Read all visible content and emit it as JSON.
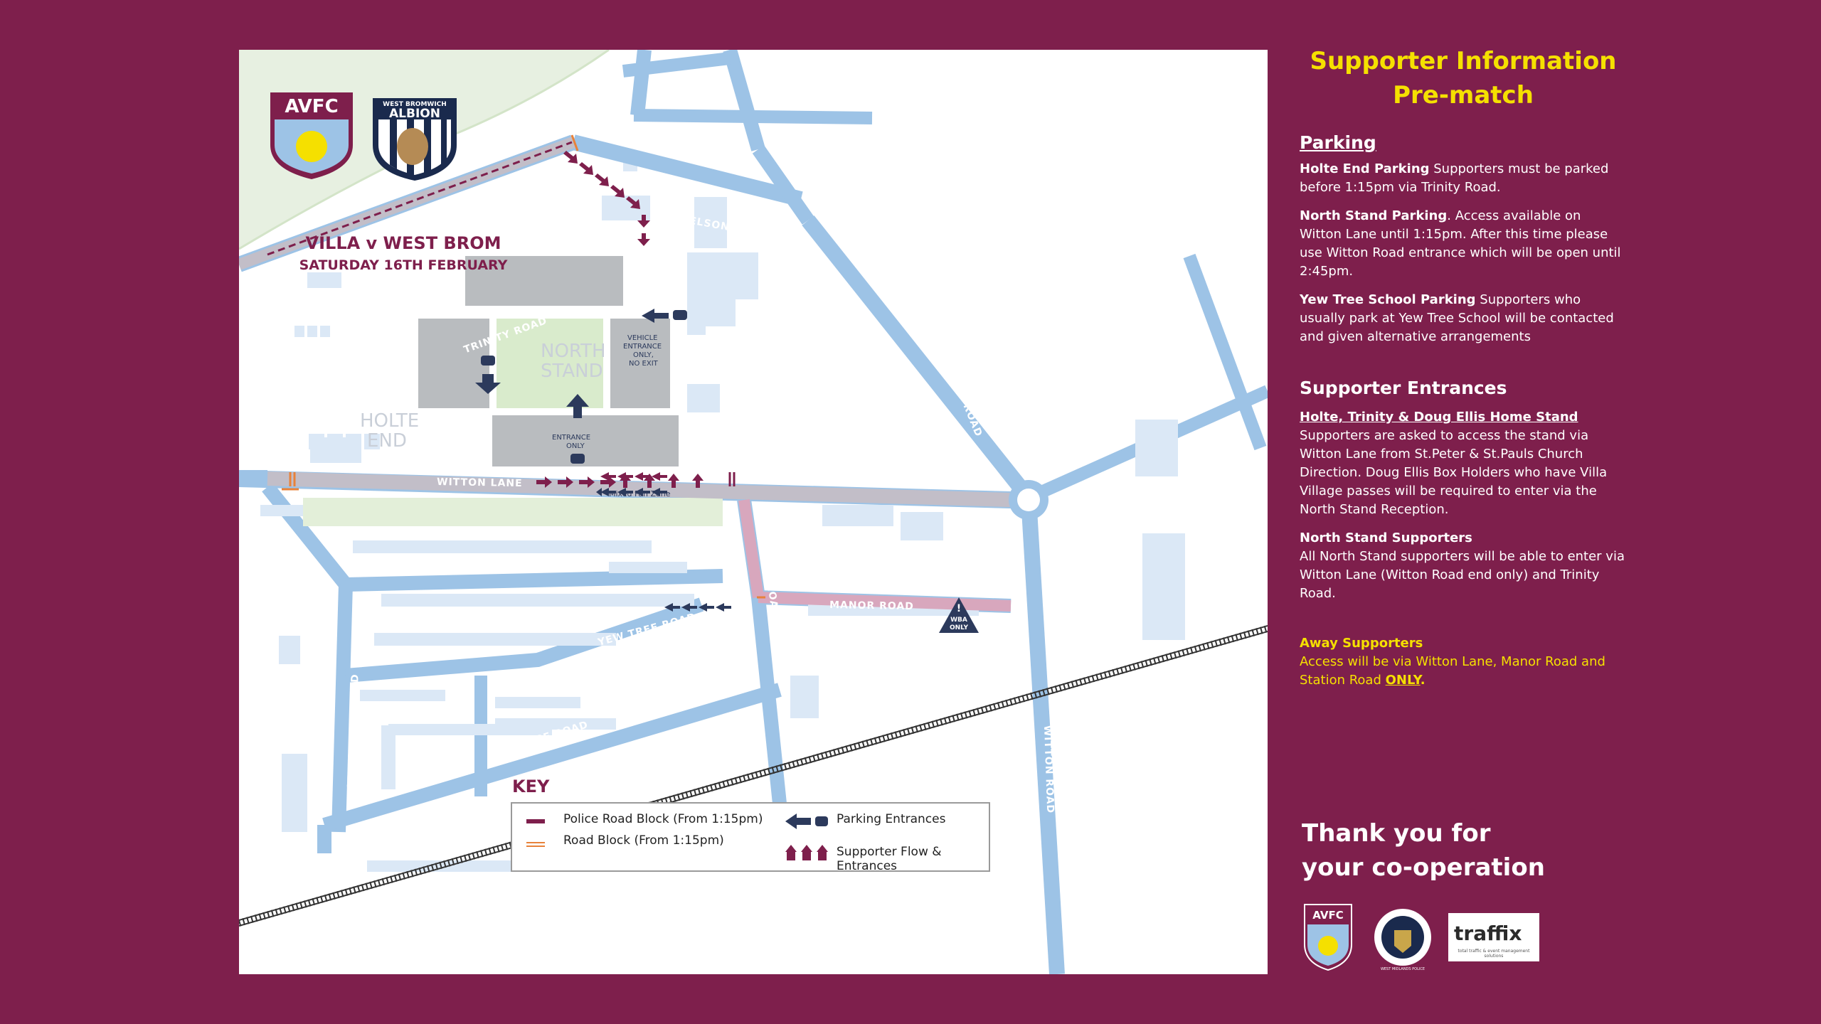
{
  "map": {
    "clubs": {
      "home_badge_text": "AVFC",
      "away_badge_top": "WEST BROMWICH",
      "away_badge_main": "ALBION"
    },
    "match_title": "VILLA v WEST BROM",
    "match_date": "SATURDAY 16TH FEBRUARY",
    "roads": {
      "trinity": "TRINITY ROAD",
      "nelson": "NELSON ROAD",
      "witton_road_upper": "WITTON ROAD",
      "witton_road_lower": "WITTON ROAD",
      "witton_lane": "WITTON LANE",
      "station": "STATION ROAD",
      "manor": "MANOR ROAD",
      "yew_tree": "YEW TREE ROAD",
      "village": "VILLAGE ROAD",
      "serpentine": "SERPENTINE ROAD"
    },
    "areas": {
      "holte_line1": "HOLTE",
      "holte_line2": "END",
      "north_line1": "NORTH",
      "north_line2": "STAND"
    },
    "labels": {
      "entrance_line1": "ENTRANCE",
      "entrance_line2": "ONLY",
      "vehicle_line1": "VEHICLE",
      "vehicle_line2": "ENTRANCE",
      "vehicle_line3": "ONLY,",
      "vehicle_line4": "NO EXIT",
      "mixed_fan_zone": "Mixed Fan Zone",
      "wba_line1": "WBA",
      "wba_line2": "ONLY",
      "warning_mark": "!"
    },
    "colors": {
      "road": "#9dc3e6",
      "block_light": "#dbe8f6",
      "stand": "#b9bcbf",
      "pitch": "#d9ebcc",
      "claret": "#7e1f4c",
      "navy": "#2c3a5c",
      "road_block": "#e8823a"
    }
  },
  "key": {
    "title": "KEY",
    "police_block": "Police Road Block (From 1:15pm)",
    "road_block": "Road Block (From 1:15pm)",
    "parking_entrances": "Parking Entrances",
    "supporter_flow": "Supporter Flow & Entrances"
  },
  "panel": {
    "title_line1": "Supporter Information",
    "title_line2": "Pre-match",
    "parking_head": "Parking",
    "holte_parking_bold": "Holte End Parking",
    "holte_parking_text": " Supporters must be parked before 1:15pm via Trinity Road.",
    "north_parking_bold": "North Stand Parking",
    "north_parking_text": ". Access available on Witton Lane until 1:15pm. After this time please use Witton Road entrance which will be open until 2:45pm.",
    "yew_parking_bold": "Yew Tree School Parking",
    "yew_parking_text": " Supporters who usually park at Yew Tree School will be contacted and given alternative arrangements",
    "entrances_head": "Supporter Entrances",
    "holte_stand_head": "Holte, Trinity & Doug Ellis Home Stand",
    "holte_stand_text": "Supporters are asked to access the stand via Witton Lane from St.Peter & St.Pauls Church Direction. Doug Ellis Box Holders who have Villa Village passes will be required to enter via the North Stand Reception.",
    "north_supporters_head": "North Stand Supporters",
    "north_supporters_text": "All North Stand supporters will be able to enter via Witton Lane (Witton Road end only) and Trinity Road.",
    "away_head": "Away Supporters",
    "away_text": "Access will be via Witton Lane, Manor Road and Station Road ",
    "away_only": "ONLY",
    "away_period": ".",
    "thanks_line1": "Thank you for",
    "thanks_line2": "your co-operation",
    "logo_avfc": "AVFC",
    "logo_police": "WEST MIDLANDS POLICE",
    "logo_traffix": "traffix",
    "logo_traffix_tag": "total traffic & event management solutions",
    "colors": {
      "title": "#f5e000",
      "away": "#f5e000",
      "text": "#ffffff"
    }
  }
}
